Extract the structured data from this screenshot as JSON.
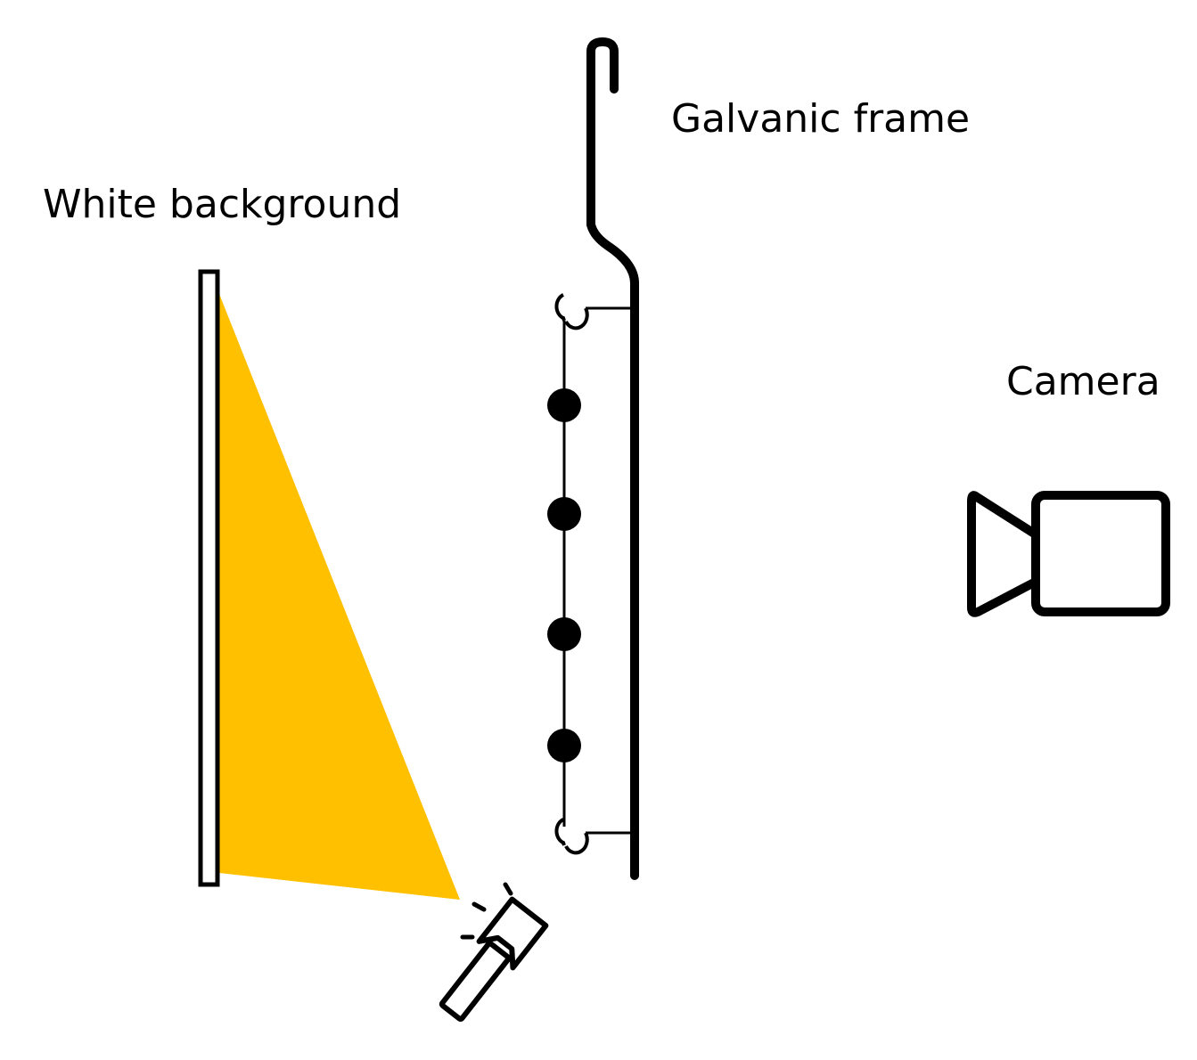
{
  "labels": {
    "galvanic_frame": "Galvanic frame",
    "white_background": "White background",
    "camera": "Camera"
  },
  "colors": {
    "light_beam": "#FFC000",
    "stroke": "#000000",
    "background": "#FFFFFF"
  },
  "components": {
    "white_background": {
      "icon": "white-panel"
    },
    "galvanic_frame": {
      "icon": "hanging-rack",
      "hooks": 2,
      "parts": 4
    },
    "light_source": {
      "icon": "flashlight-icon"
    },
    "camera": {
      "icon": "video-camera-icon"
    }
  }
}
